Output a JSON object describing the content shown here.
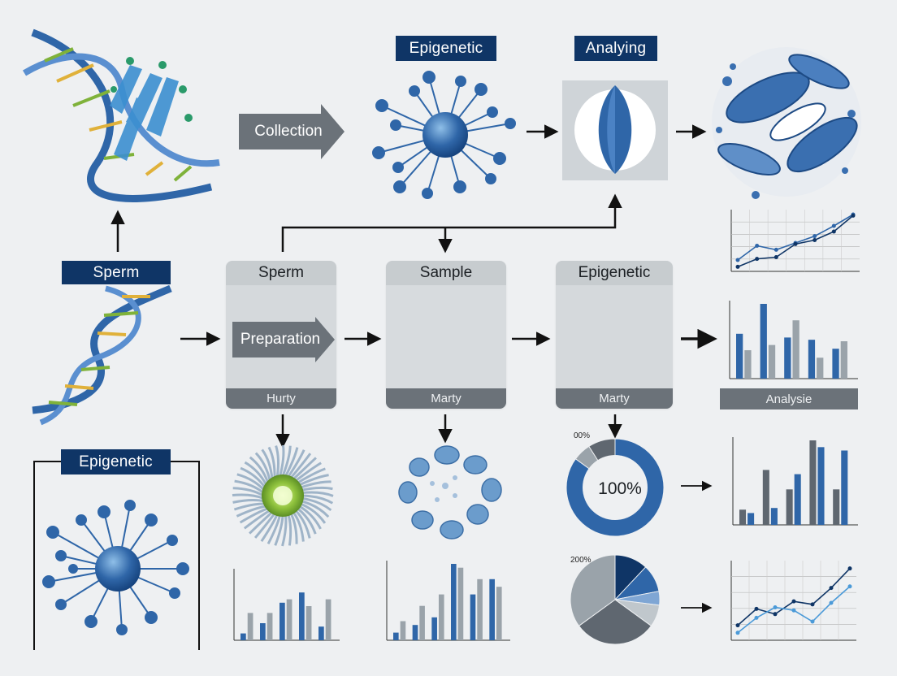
{
  "labels": {
    "top_epigenetic": "Epigenetic",
    "top_analyzing": "Analying",
    "left_sperm": "Sperm",
    "bottom_epigenetic": "Epigenetic",
    "collection": "Collection",
    "preparation": "Preparation"
  },
  "cards": [
    {
      "head": "Sperm",
      "foot": "Hurty"
    },
    {
      "head": "Sample",
      "foot": "Marty"
    },
    {
      "head": "Epigenetic",
      "foot": "Marty"
    }
  ],
  "analysis_foot": "Analysie",
  "donut": {
    "top_label": "00%",
    "center_label": "100%"
  },
  "pie": {
    "top_label": "200%"
  },
  "colors": {
    "navy": "#0f3566",
    "blue": "#2f66a8",
    "grey": "#9aa3aa",
    "dark_grey": "#5f6770",
    "green": "#7fb23a"
  },
  "chart_data": [
    {
      "type": "line",
      "series": [
        {
          "values": [
            20,
            45,
            38,
            50,
            62,
            80,
            100
          ]
        },
        {
          "values": [
            8,
            22,
            25,
            48,
            55,
            70,
            98
          ]
        }
      ]
    },
    {
      "type": "bar",
      "series": [
        {
          "values": [
            60,
            100,
            55,
            52,
            40
          ]
        },
        {
          "values": [
            38,
            45,
            78,
            28,
            50
          ]
        }
      ]
    },
    {
      "type": "bar",
      "series": [
        {
          "values": [
            18,
            65,
            42,
            100,
            42
          ]
        },
        {
          "values": [
            14,
            20,
            60,
            92,
            88
          ]
        }
      ]
    },
    {
      "type": "bar",
      "series": [
        {
          "values": [
            10,
            25,
            55,
            70,
            20
          ]
        },
        {
          "values": [
            40,
            40,
            60,
            50,
            60
          ]
        }
      ]
    },
    {
      "type": "bar",
      "series": [
        {
          "values": [
            10,
            20,
            30,
            100,
            60,
            80
          ]
        },
        {
          "values": [
            25,
            45,
            60,
            95,
            80,
            70
          ]
        }
      ]
    },
    {
      "type": "pie",
      "values": [
        12,
        10,
        5,
        8,
        30,
        35
      ]
    },
    {
      "type": "pie",
      "values": [
        85,
        6,
        9
      ]
    },
    {
      "type": "line",
      "series": [
        {
          "values": [
            20,
            42,
            35,
            52,
            48,
            70,
            96
          ]
        },
        {
          "values": [
            10,
            30,
            44,
            40,
            25,
            50,
            72
          ]
        }
      ]
    }
  ]
}
